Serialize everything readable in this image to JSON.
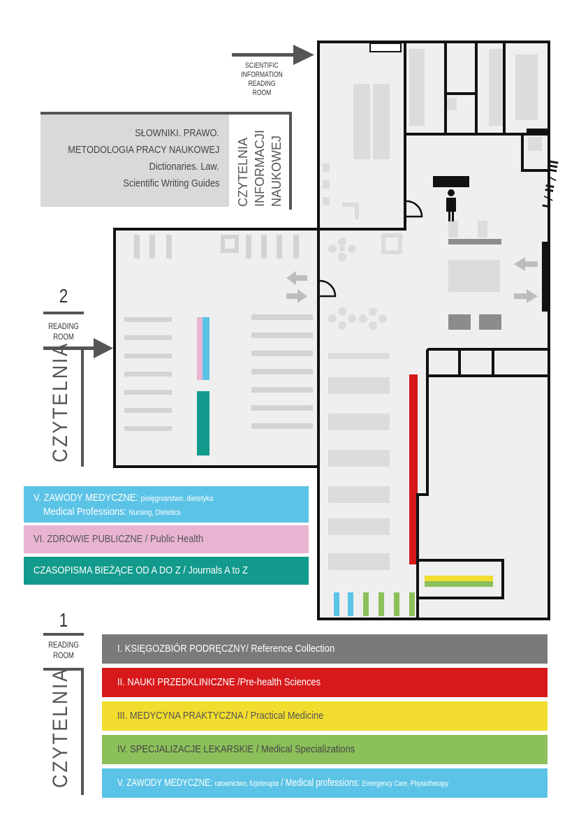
{
  "scientific_room": {
    "en_lines": [
      "SCIENTIFIC",
      "INFORMATION",
      "READING",
      "ROOM"
    ],
    "pl_lines": [
      "CZYTELNIA",
      "INFORMACJI",
      "NAUKOWEJ"
    ]
  },
  "sci_box": {
    "lines": [
      "SŁOWNIKI. PRAWO.",
      "METODOLOGIA PRACY NAUKOWEJ",
      "Dictionaries. Law.",
      "Scientific Writing Guides"
    ]
  },
  "reading_room_2": {
    "number": "2",
    "label_lines": [
      "READING",
      "ROOM"
    ],
    "vertical": "CZYTELNIA"
  },
  "reading_room_1": {
    "number": "1",
    "label_lines": [
      "READING",
      "ROOM"
    ],
    "vertical": "CZYTELNIA"
  },
  "room2_legend": [
    {
      "main": "V. ZAWODY MEDYCZNE: ",
      "small": "pielęgniarstwo, dietetyka",
      "main2": "Medical Professions: ",
      "small2": "Nursing, Dietetics",
      "color": "#5bc3e6"
    },
    {
      "main": "VI. ZDROWIE PUBLICZNE / Public Health",
      "color": "#e8b4d2"
    },
    {
      "main": "CZASOPISMA BIEŻĄCE OD A DO Z / Journals A to Z",
      "color": "#129a8d"
    }
  ],
  "room1_legend": [
    {
      "main": "I.  KSIĘGOZBIÓR PODRĘCZNY/ Reference Collection",
      "color": "#7a7a7a"
    },
    {
      "main": "II. NAUKI PRZEDKLINICZNE /Pre-health Sciences",
      "color": "#d7191c"
    },
    {
      "main": "III. MEDYCYNA PRAKTYCZNA / Practical Medicine",
      "color": "#f2dc2e"
    },
    {
      "main": "IV. SPECJALIZACJE LEKARSKIE / Medical Specializations",
      "color": "#8cc05a"
    },
    {
      "main": "V. ZAWODY MEDYCZNE: ",
      "small": "ratownictwo, fizjoterapia",
      "main2": " / Medical professions: ",
      "small2": "Emergency Care, Physiotherapy",
      "color": "#5bc3e6"
    }
  ],
  "map_markers": {
    "room_symbol": "I / II / III"
  },
  "colors": {
    "wall": "#111111",
    "floor": "#efefef",
    "furniture": "#cfcfcf",
    "dark_furniture": "#8c8c8c"
  }
}
